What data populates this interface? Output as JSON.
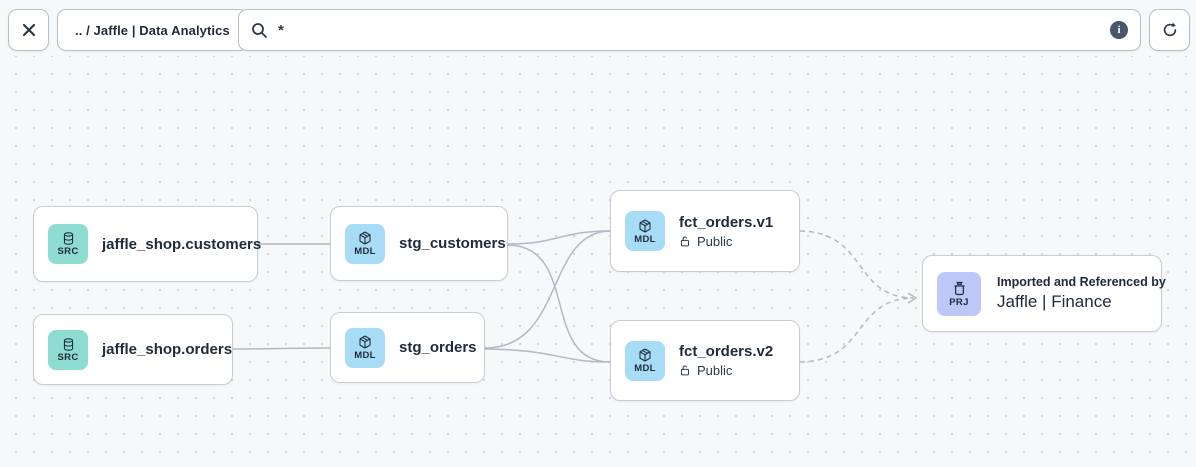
{
  "toolbar": {
    "close_icon": "x-icon",
    "breadcrumb": ".. / Jaffle | Data Analytics",
    "search": {
      "icon": "search-icon",
      "value": "*"
    },
    "info_icon_glyph": "i",
    "refresh_icon": "refresh-icon"
  },
  "nodes": {
    "src_customers": {
      "badge": "SRC",
      "icon": "database-icon",
      "title": "jaffle_shop.customers"
    },
    "src_orders": {
      "badge": "SRC",
      "icon": "database-icon",
      "title": "jaffle_shop.orders"
    },
    "stg_customers": {
      "badge": "MDL",
      "icon": "cube-icon",
      "title": "stg_customers"
    },
    "stg_orders": {
      "badge": "MDL",
      "icon": "cube-icon",
      "title": "stg_orders"
    },
    "fct_orders_v1": {
      "badge": "MDL",
      "icon": "cube-icon",
      "title": "fct_orders.v1",
      "access": "Public",
      "access_icon": "lock-open-icon"
    },
    "fct_orders_v2": {
      "badge": "MDL",
      "icon": "cube-icon",
      "title": "fct_orders.v2",
      "access": "Public",
      "access_icon": "lock-open-icon"
    },
    "project": {
      "badge": "PRJ",
      "icon": "project-jar-icon",
      "caption": "Imported and Referenced by",
      "title": "Jaffle | Finance"
    }
  },
  "edges": [
    {
      "from": "jaffle_shop.customers",
      "to": "stg_customers",
      "style": "solid"
    },
    {
      "from": "jaffle_shop.orders",
      "to": "stg_orders",
      "style": "solid"
    },
    {
      "from": "stg_customers",
      "to": "fct_orders.v1",
      "style": "solid"
    },
    {
      "from": "stg_customers",
      "to": "fct_orders.v2",
      "style": "solid"
    },
    {
      "from": "stg_orders",
      "to": "fct_orders.v1",
      "style": "solid"
    },
    {
      "from": "stg_orders",
      "to": "fct_orders.v2",
      "style": "solid"
    },
    {
      "from": "fct_orders.v1",
      "to": "Jaffle | Finance",
      "style": "dashed"
    },
    {
      "from": "fct_orders.v2",
      "to": "Jaffle | Finance",
      "style": "dashed"
    }
  ],
  "colors": {
    "source_badge": "#8edbd2",
    "model_badge": "#a6dcf6",
    "project_badge": "#bdc7f8",
    "edge": "#b2b9c3",
    "text": "#1e2b3b",
    "canvas_dot": "#d3d7dd",
    "node_border": "#c6cdd6"
  }
}
